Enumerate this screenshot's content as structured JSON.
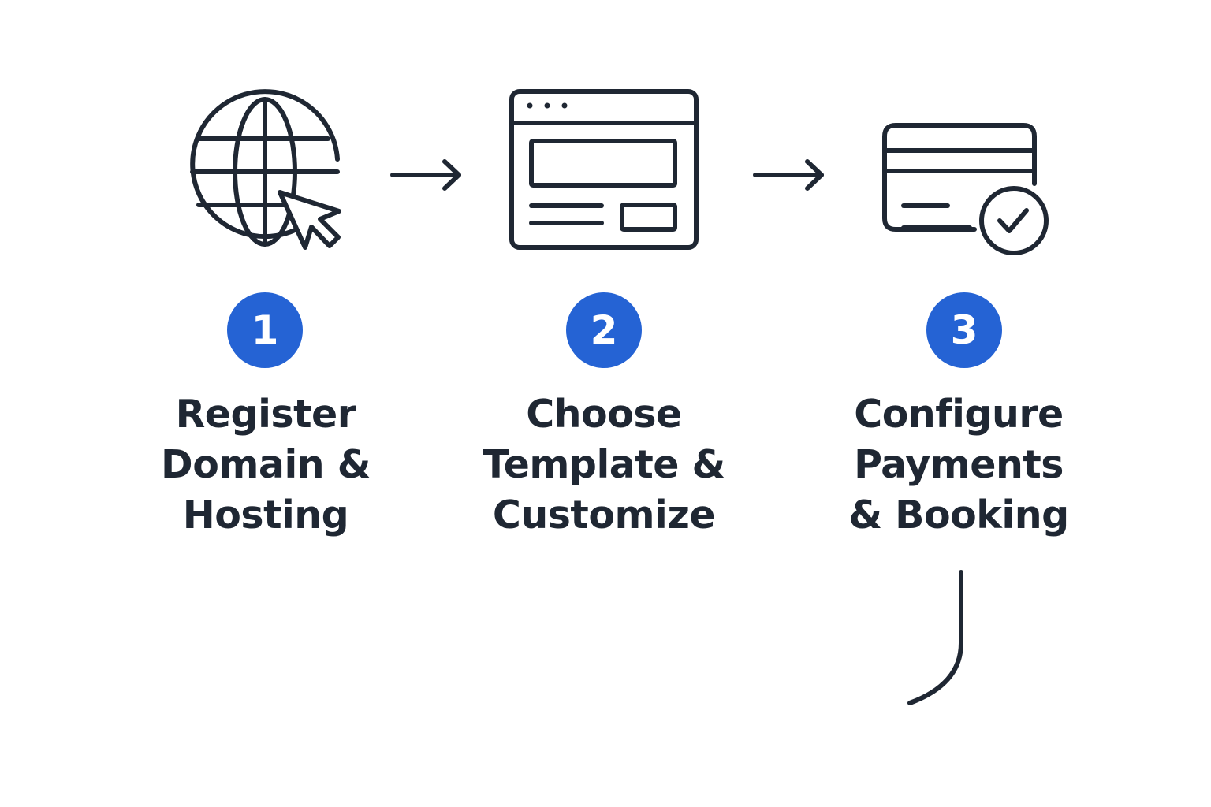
{
  "steps": [
    {
      "number": "1",
      "icon": "globe-cursor-icon",
      "label_lines": [
        "Register",
        "Domain &",
        "Hosting"
      ]
    },
    {
      "number": "2",
      "icon": "browser-window-icon",
      "label_lines": [
        "Choose",
        "Template &",
        "Customize"
      ]
    },
    {
      "number": "3",
      "icon": "credit-card-check-icon",
      "label_lines": [
        "Configure",
        "Payments",
        "& Booking"
      ]
    }
  ],
  "connectors": [
    "arrow-right-icon",
    "arrow-right-icon"
  ],
  "colors": {
    "accent": "#2563d4",
    "ink": "#1f2733",
    "background": "#ffffff"
  }
}
